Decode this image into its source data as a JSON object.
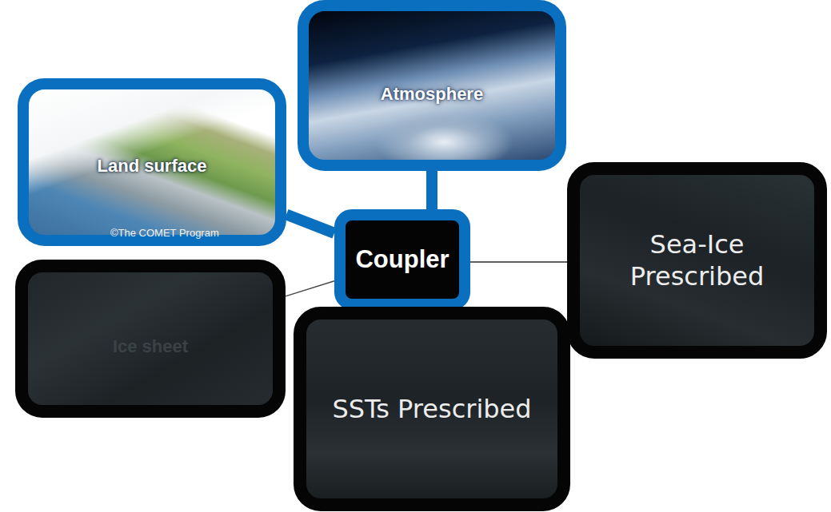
{
  "diagram": {
    "nodes": [
      {
        "text": [
          "Atmosphere"
        ]
      },
      {
        "text": [
          "Land surface"
        ]
      },
      {
        "text": [
          "Coupler"
        ]
      },
      {
        "text": [
          "Sea-Ice Prescribed"
        ]
      },
      {
        "text": [
          "Ice sheet"
        ]
      },
      {
        "text": [
          "SSTs Prescribed"
        ]
      }
    ],
    "edges": [
      {
        "from": 2,
        "to": 0,
        "arrow": "none"
      },
      {
        "from": 2,
        "to": 1,
        "arrow": "none"
      },
      {
        "from": 2,
        "to": 3,
        "arrow": "none"
      },
      {
        "from": 2,
        "to": 4,
        "arrow": "none"
      },
      {
        "from": 2,
        "to": 5,
        "arrow": "none"
      }
    ],
    "labels": [
      "©The COMET Program"
    ]
  }
}
